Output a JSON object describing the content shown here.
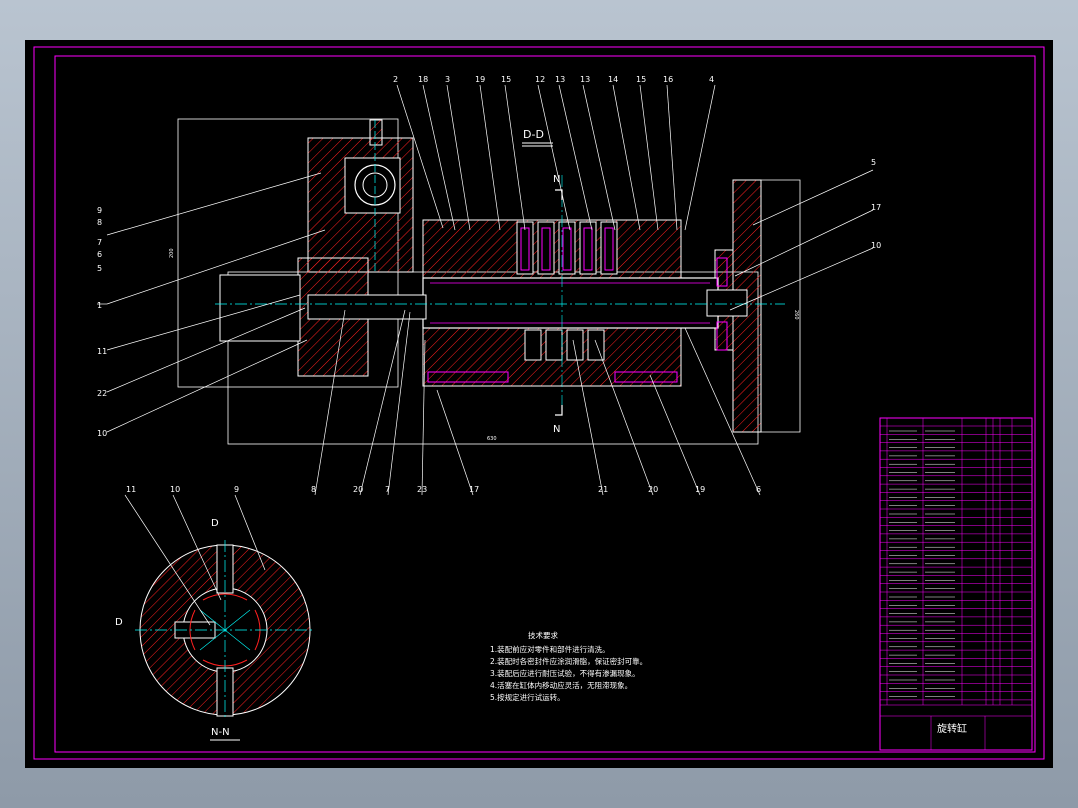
{
  "drawing": {
    "section_dd": "D-D",
    "section_nn": "N-N",
    "mark_n": "N",
    "mark_d": "D",
    "title": "旋转缸",
    "requirements_title": "技术要求",
    "requirements": [
      "1.装配前应对零件和部件进行清洗。",
      "2.装配时各密封件应涂润滑脂，保证密封可靠。",
      "3.装配后应进行耐压试验，不得有渗漏现象。",
      "4.活塞在缸体内移动应灵活，无阻滞现象。",
      "5.按规定进行试运转。"
    ],
    "dim_top": "630",
    "dim_left": "200",
    "dim_right": "260",
    "callouts_top": [
      "2",
      "18",
      "3",
      "19",
      "15",
      "12",
      "13",
      "13",
      "14",
      "15",
      "16",
      "4"
    ],
    "callouts_bottom": [
      "8",
      "20",
      "7",
      "23",
      "17",
      "21",
      "20",
      "19",
      "6"
    ],
    "callouts_left": [
      "9",
      "8",
      "7",
      "6",
      "5",
      "1",
      "11",
      "22",
      "10"
    ],
    "callouts_right": [
      "5",
      "17",
      "10"
    ],
    "callouts_nn": [
      "11",
      "10",
      "9"
    ]
  },
  "colors": {
    "frame": "#ff00ff",
    "outline": "#ffffff",
    "center": "#00ffff",
    "hatch": "#ff0000",
    "bg": "#000000"
  }
}
